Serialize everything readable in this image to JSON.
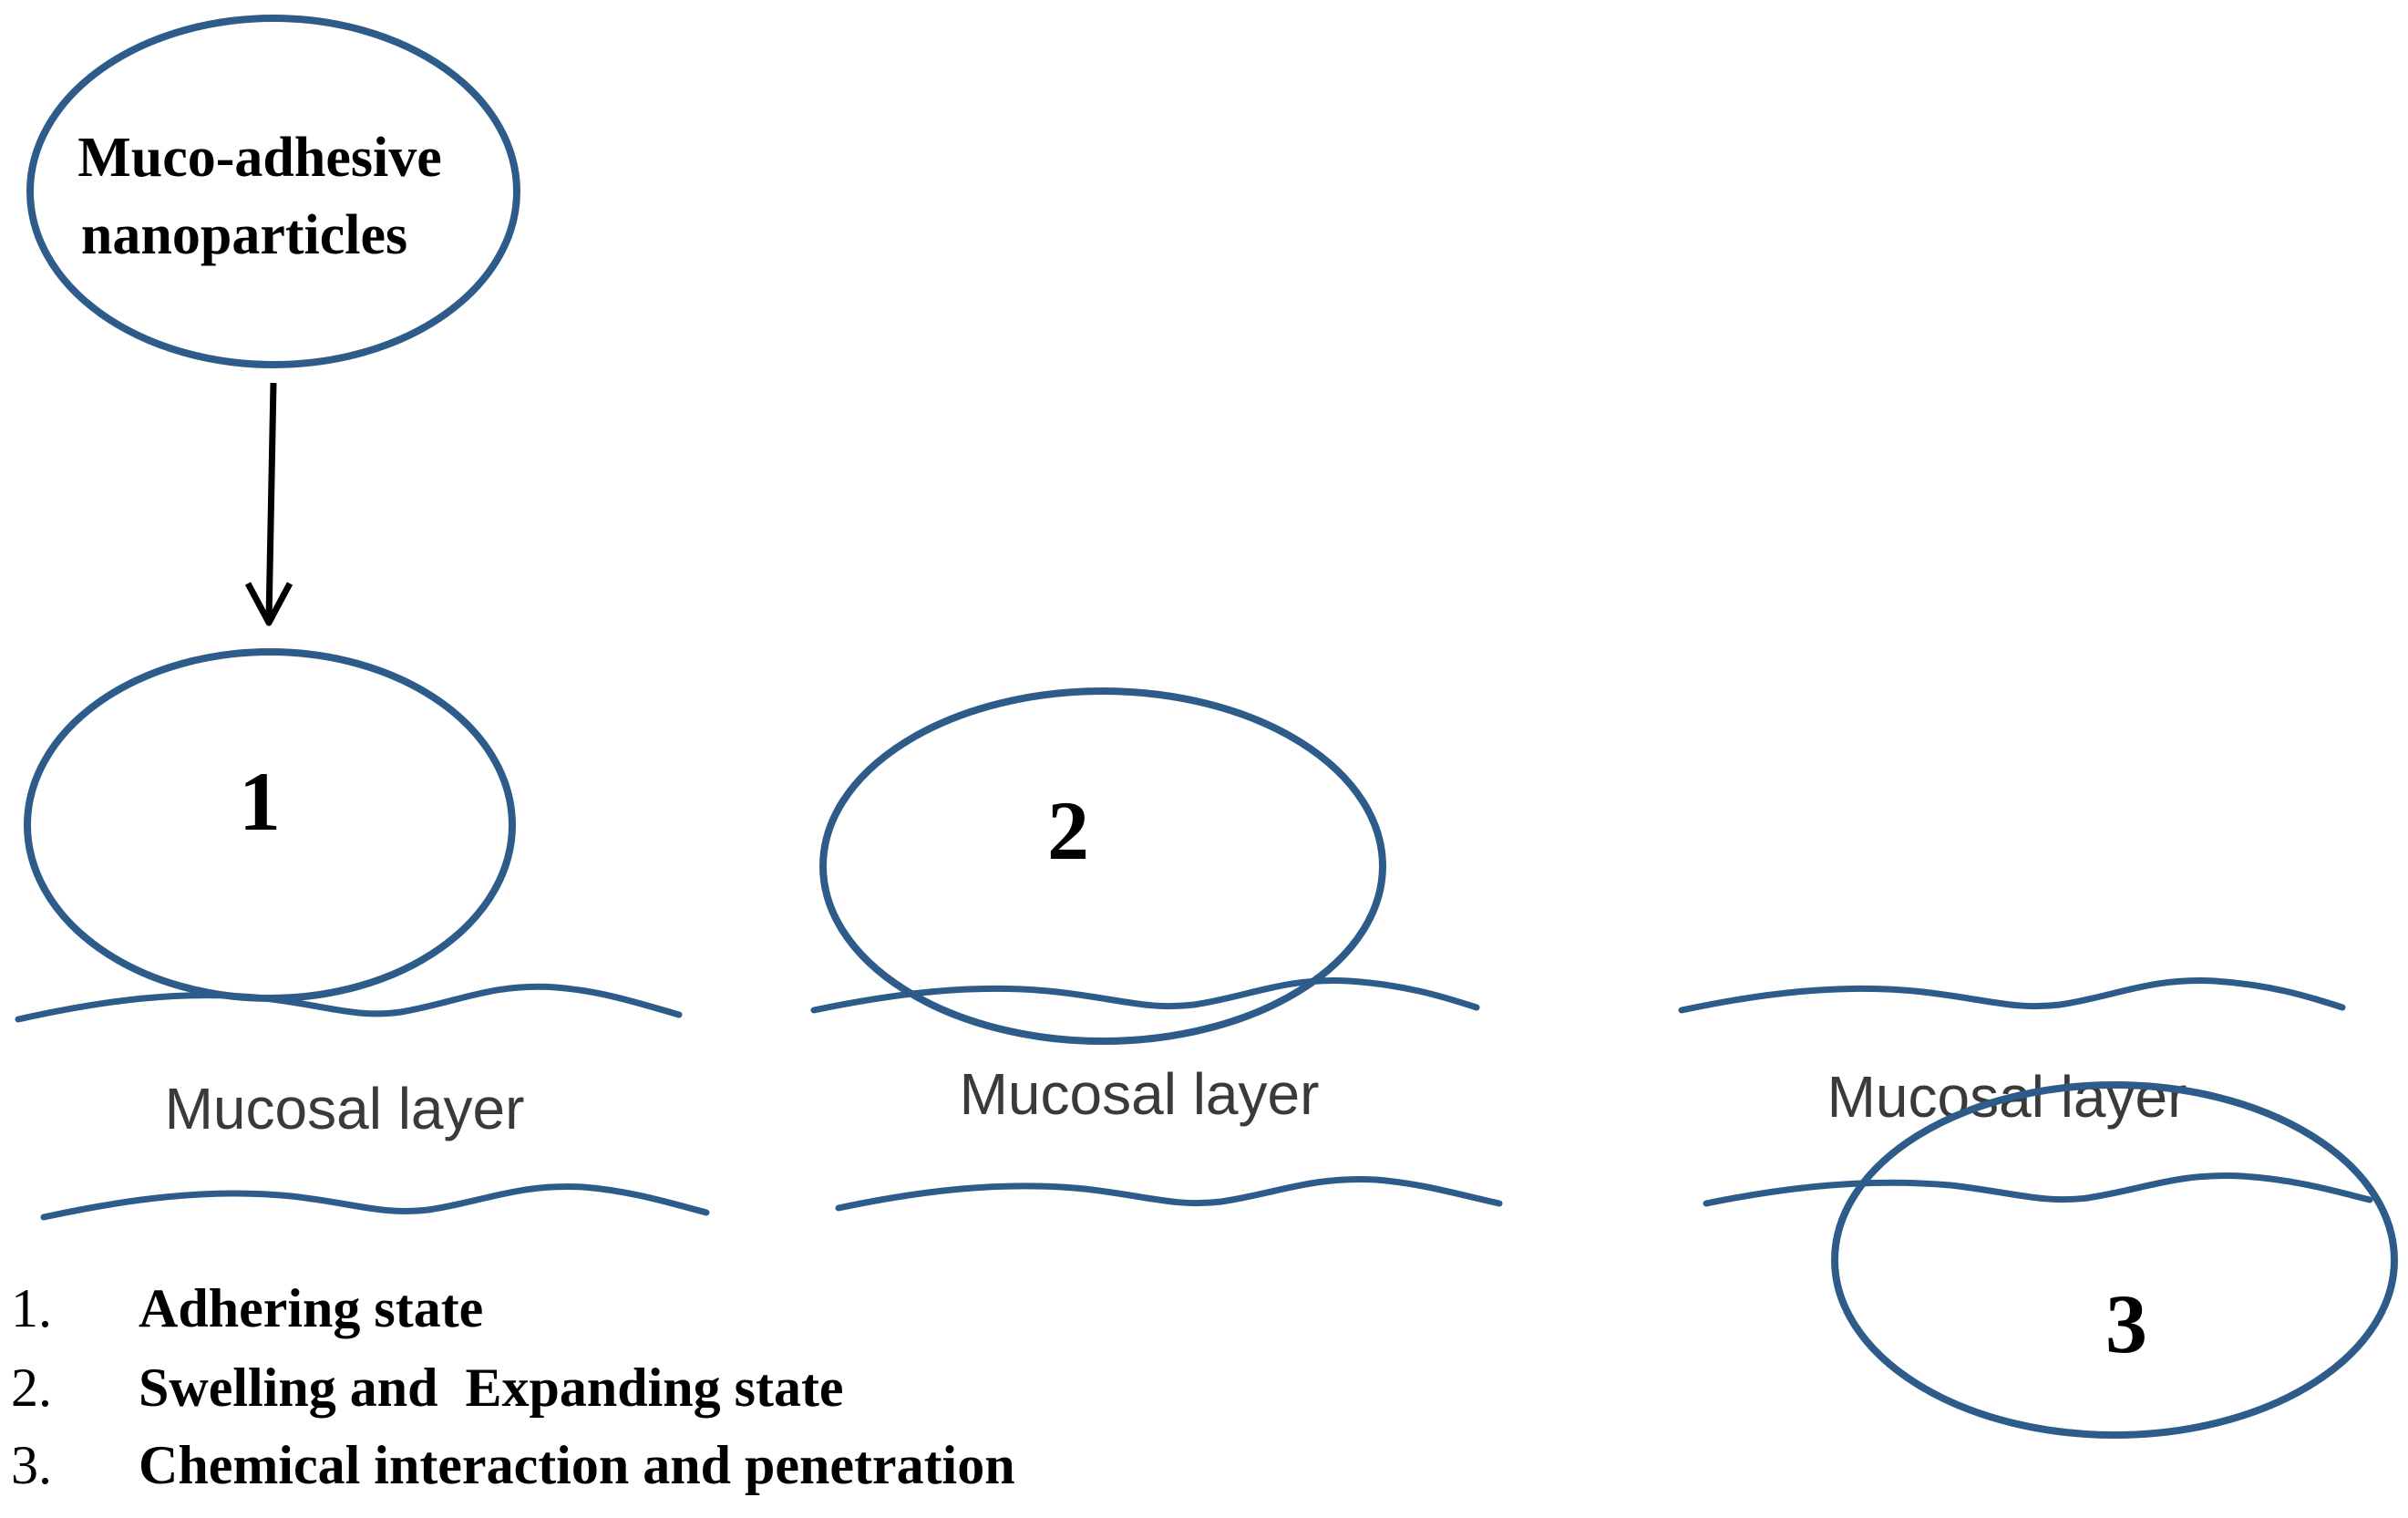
{
  "nanoparticle_label": {
    "line1": "Muco-adhesive",
    "line2": "nanoparticles"
  },
  "stages": [
    {
      "number": "1",
      "layer_label": "Mucosal layer"
    },
    {
      "number": "2",
      "layer_label": "Mucosal layer"
    },
    {
      "number": "3",
      "layer_label": "Mucosal layer"
    }
  ],
  "legend": [
    {
      "marker": "1.",
      "text": "Adhering state"
    },
    {
      "marker": "2.",
      "text": "Swelling and  Expanding state"
    },
    {
      "marker": "3.",
      "text": "Chemical interaction and penetration"
    }
  ],
  "colors": {
    "outline": "#2E5C8A",
    "arrow": "#000000",
    "text": "#000000",
    "layer_text": "#3a3a3a",
    "background": "#ffffff"
  }
}
